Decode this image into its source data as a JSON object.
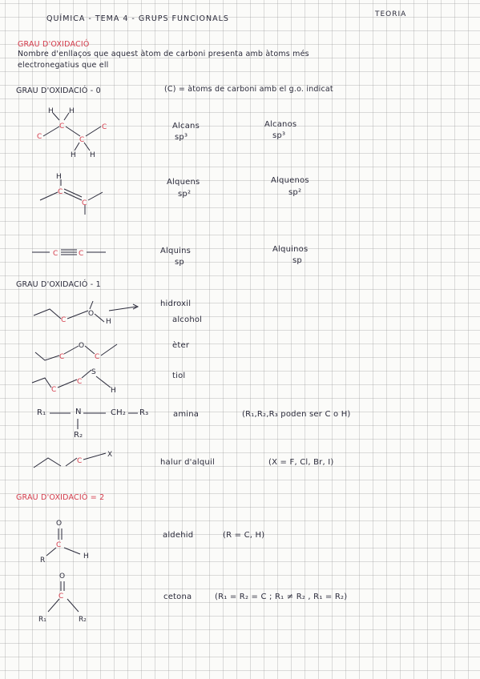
{
  "header": {
    "title": "QUÍMICA - TEMA 4 - GRUPS FUNCIONALS",
    "tag": "TEORIA"
  },
  "intro": {
    "heading": "GRAU D'OXIDACIÓ",
    "line1": "Nombre d'enllaços que aquest àtom de carboni presenta amb àtoms més",
    "line2": "electronegatius que ell"
  },
  "grau0": {
    "heading": "GRAU D'OXIDACIÓ - 0",
    "note": "(C) = àtoms de carboni amb el g.o. indicat",
    "rows": [
      {
        "name_ca": "Alcans",
        "name_es": "Alcanos",
        "hyb": "sp³"
      },
      {
        "name_ca": "Alquens",
        "name_es": "Alquenos",
        "hyb": "sp²"
      },
      {
        "name_ca": "Alquins",
        "name_es": "Alquinos",
        "hyb": "sp"
      }
    ]
  },
  "grau1": {
    "heading": "GRAU D'OXIDACIÓ - 1",
    "hidroxil": "hidroxil",
    "rows": [
      {
        "name": "alcohol",
        "note": ""
      },
      {
        "name": "èter",
        "note": ""
      },
      {
        "name": "tiol",
        "note": ""
      },
      {
        "name": "amina",
        "note": "(R₁,R₂,R₃ poden ser C o H)"
      },
      {
        "name": "halur d'alquil",
        "note": "(X = F, Cl, Br, I)"
      }
    ],
    "amine_formula": {
      "r1": "R₁",
      "n": "N",
      "ch2": "CH₂",
      "r3": "R₃",
      "r2": "R₂"
    }
  },
  "grau2": {
    "heading": "GRAU D'OXIDACIÓ = 2",
    "rows": [
      {
        "name": "aldehid",
        "note": "(R = C, H)"
      },
      {
        "name": "cetona",
        "note": "(R₁ = R₂ = C ;  R₁ ≠ R₂ ,  R₁ = R₂)"
      }
    ]
  },
  "atoms": {
    "C": "C",
    "H": "H",
    "O": "O",
    "S": "S",
    "X": "X",
    "R": "R",
    "R1": "R₁",
    "R2": "R₂"
  }
}
